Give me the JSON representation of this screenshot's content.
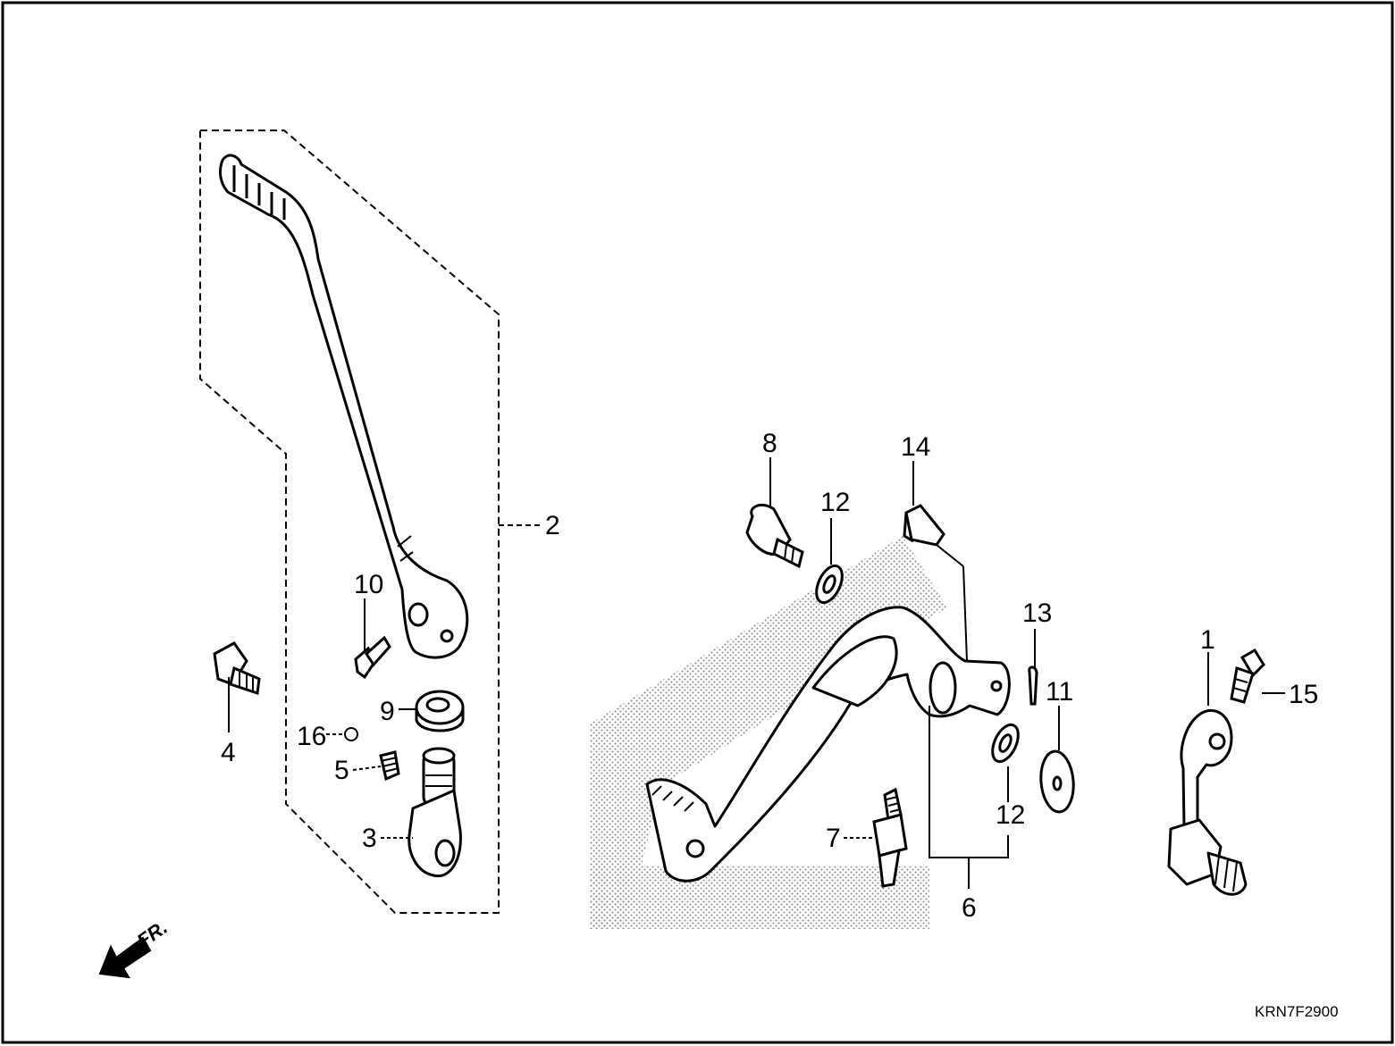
{
  "diagram": {
    "callouts": [
      {
        "id": "1",
        "text": "1"
      },
      {
        "id": "2",
        "text": "2"
      },
      {
        "id": "3",
        "text": "3"
      },
      {
        "id": "4",
        "text": "4"
      },
      {
        "id": "5",
        "text": "5"
      },
      {
        "id": "6",
        "text": "6"
      },
      {
        "id": "7",
        "text": "7"
      },
      {
        "id": "8",
        "text": "8"
      },
      {
        "id": "9",
        "text": "9"
      },
      {
        "id": "10",
        "text": "10"
      },
      {
        "id": "11",
        "text": "11"
      },
      {
        "id": "12a",
        "text": "12"
      },
      {
        "id": "12b",
        "text": "12"
      },
      {
        "id": "13",
        "text": "13"
      },
      {
        "id": "14",
        "text": "14"
      },
      {
        "id": "15",
        "text": "15"
      },
      {
        "id": "16",
        "text": "16"
      }
    ],
    "direction_label": "FR.",
    "diagram_code": "KRN7F2900"
  }
}
